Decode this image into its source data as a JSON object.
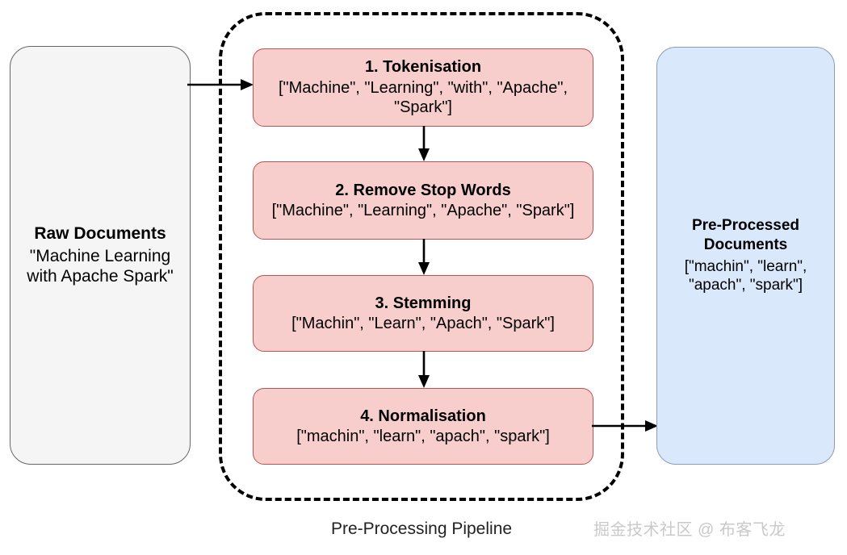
{
  "diagram": {
    "title": "Pre-Processing Pipeline",
    "colors": {
      "step_fill": "#f8cecc",
      "step_stroke": "#b85450",
      "input_fill": "#f5f5f5",
      "input_stroke": "#666666",
      "output_fill": "#dae8fc",
      "output_stroke": "#8a9bb5",
      "container_stroke": "#000000",
      "arrow": "#000000",
      "watermark": "#c9c9c9"
    }
  },
  "input": {
    "title": "Raw Documents",
    "body": "\"Machine Learning with Apache Spark\""
  },
  "pipeline": {
    "label": "Pre-Processing Pipeline",
    "steps": [
      {
        "title": "1. Tokenisation",
        "body": "[\"Machine\", \"Learning\", \"with\", \"Apache\", \"Spark\"]"
      },
      {
        "title": "2. Remove Stop Words",
        "body": "[\"Machine\", \"Learning\", \"Apache\", \"Spark\"]"
      },
      {
        "title": "3. Stemming",
        "body": "[\"Machin\", \"Learn\", \"Apach\", \"Spark\"]"
      },
      {
        "title": "4. Normalisation",
        "body": "[\"machin\", \"learn\", \"apach\", \"spark\"]"
      }
    ]
  },
  "output": {
    "title": "Pre-Processed Documents",
    "body": "[\"machin\", \"learn\", \"apach\", \"spark\"]"
  },
  "watermark": {
    "text": "掘金技术社区 @ 布客飞龙"
  }
}
